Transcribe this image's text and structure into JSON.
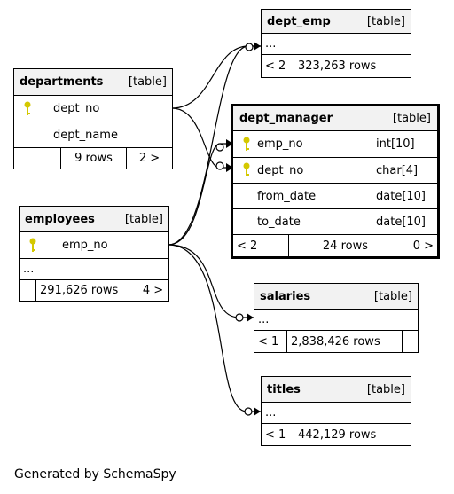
{
  "tables": {
    "dept_emp": {
      "name": "dept_emp",
      "tag": "[table]",
      "ellipsis": "...",
      "nav_left": "< 2",
      "rows": "323,263 rows"
    },
    "departments": {
      "name": "departments",
      "tag": "[table]",
      "col1": "dept_no",
      "col2": "dept_name",
      "rows": "9 rows",
      "nav_right": "2 >"
    },
    "dept_manager": {
      "name": "dept_manager",
      "tag": "[table]",
      "columns": [
        {
          "name": "emp_no",
          "type": "int[10]"
        },
        {
          "name": "dept_no",
          "type": "char[4]"
        },
        {
          "name": "from_date",
          "type": "date[10]"
        },
        {
          "name": "to_date",
          "type": "date[10]"
        }
      ],
      "nav_left": "< 2",
      "rows": "24 rows",
      "nav_right": "0 >"
    },
    "employees": {
      "name": "employees",
      "tag": "[table]",
      "col1": "emp_no",
      "ellipsis": "...",
      "rows": "291,626 rows",
      "nav_right": "4 >"
    },
    "salaries": {
      "name": "salaries",
      "tag": "[table]",
      "ellipsis": "...",
      "nav_left": "< 1",
      "rows": "2,838,426 rows"
    },
    "titles": {
      "name": "titles",
      "tag": "[table]",
      "ellipsis": "...",
      "nav_left": "< 1",
      "rows": "442,129 rows"
    }
  },
  "footer": "Generated by SchemaSpy",
  "colors": {
    "key": "#d4c800",
    "header_bg": "#f2f2f2"
  }
}
